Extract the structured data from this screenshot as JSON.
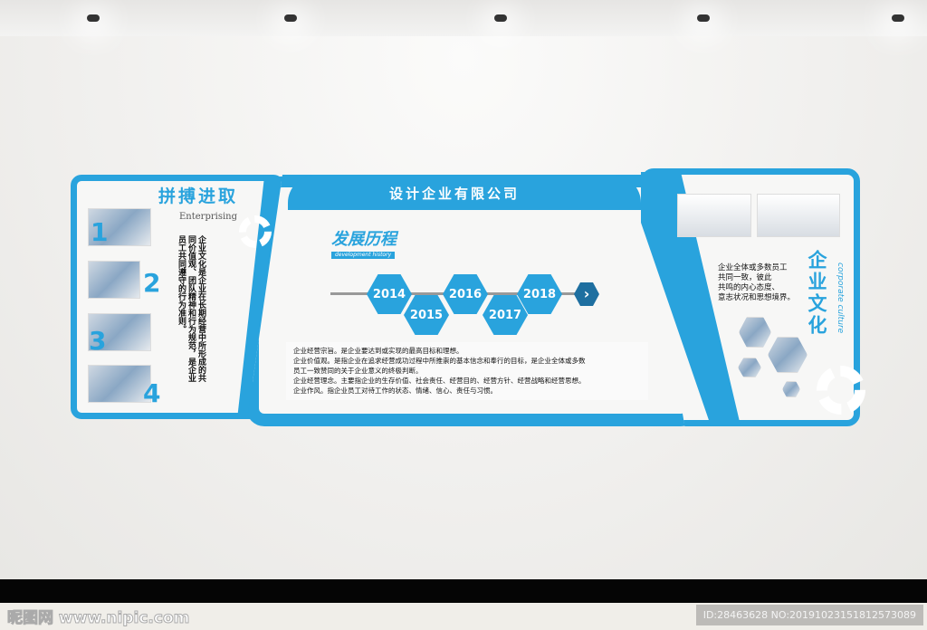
{
  "company": "设计企业有限公司",
  "left": {
    "title": "拼搏进取",
    "subtitle": "Enterprising",
    "numbers": [
      "1",
      "2",
      "3",
      "4"
    ],
    "body": "企业文化是企业在长期经营中所形成的共同价值观、团队精神和行为规范，是企业员工共同遵守的行为准则。"
  },
  "center": {
    "title": "发展历程",
    "subtitle": "development history",
    "years": [
      "2014",
      "2015",
      "2016",
      "2017",
      "2018"
    ],
    "lines": [
      "企业经营宗旨。是企业要达到或实现的最高目标和理想。",
      "企业价值观。是指企业在追求经营成功过程中所推崇的基本信念和奉行的目标，是企业全体或多数",
      "员工一致赞同的关于企业意义的终极判断。",
      "企业经营理念。主要指企业的生存价值、社会责任、经营目的、经营方针、经营战略和经营思想。",
      "企业作风。指企业员工对待工作的状态、情绪、信心、责任与习惯。"
    ]
  },
  "right": {
    "title": "企业文化",
    "subtitle": "corporate culture",
    "lines": [
      "企业全体或多数员工",
      "共同一致，彼此",
      "共鸣的内心态度、",
      "意志状况和思想境界。"
    ]
  },
  "footer": {
    "site": "昵图网 www.nipic.com",
    "id": "ID:28463628 NO:20191023151812573089"
  },
  "colors": {
    "accent": "#29a3dd"
  }
}
